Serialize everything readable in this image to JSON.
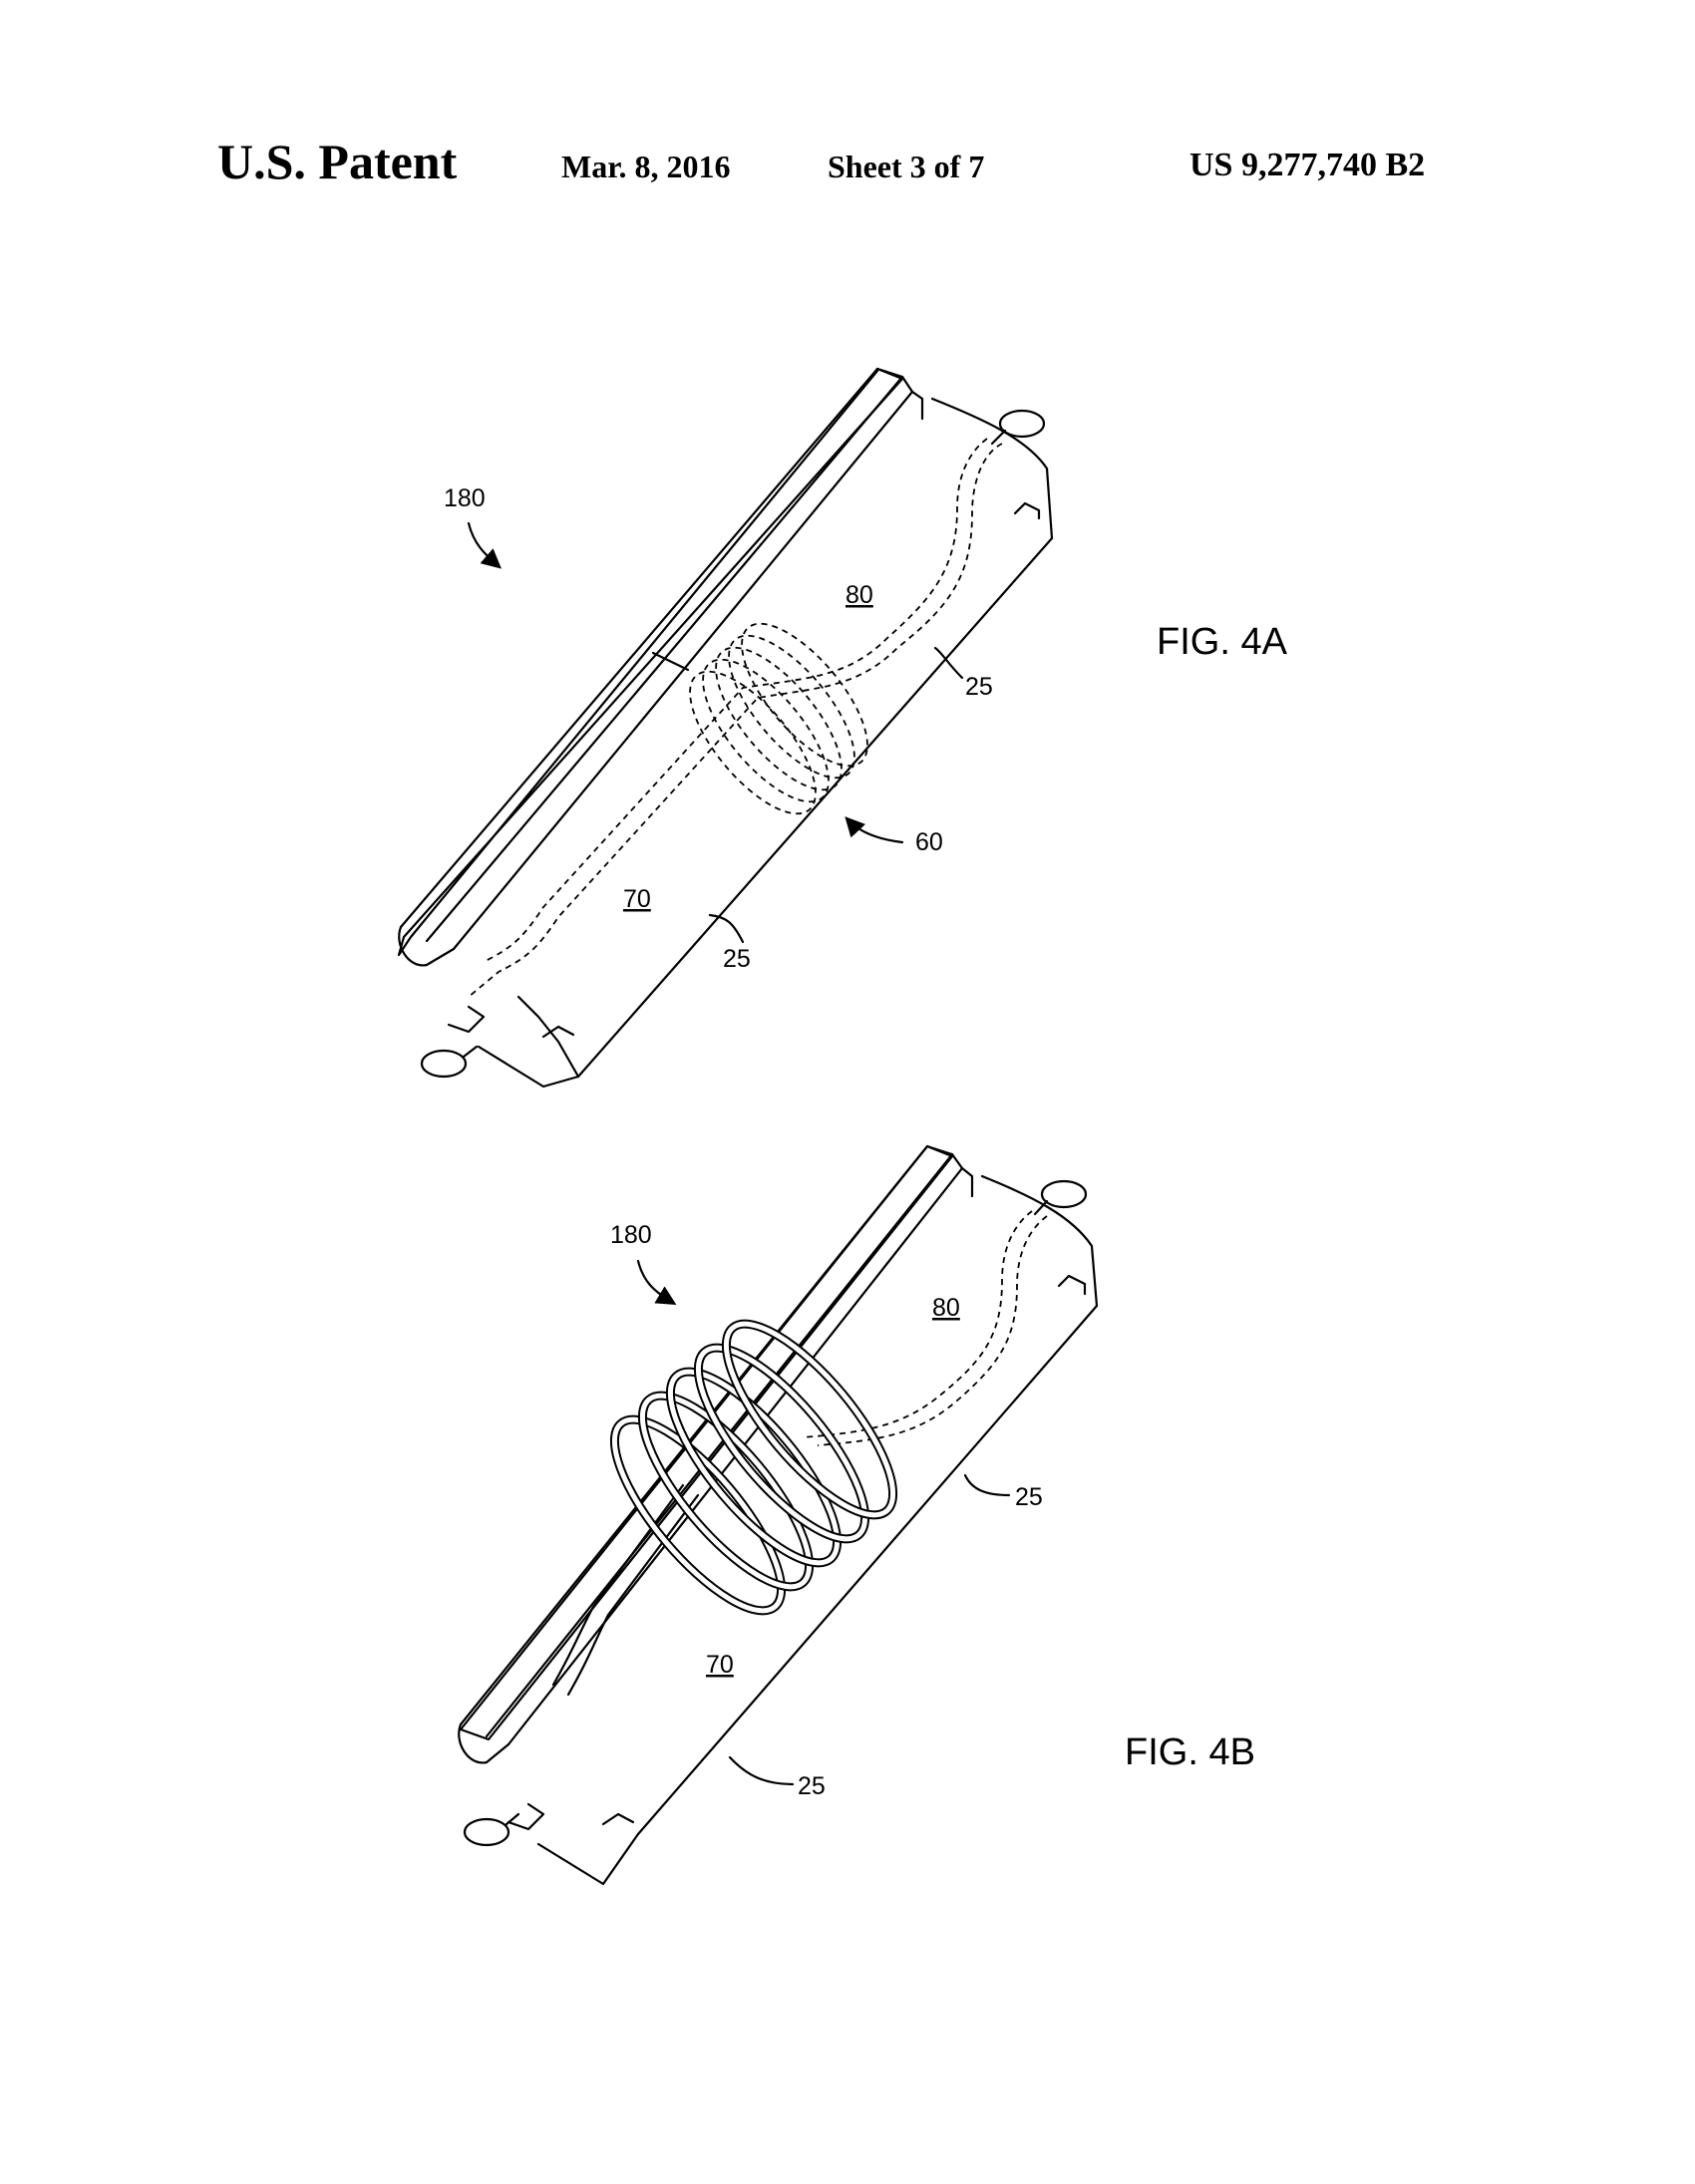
{
  "header": {
    "title": "U.S. Patent",
    "date": "Mar. 8, 2016",
    "sheet": "Sheet 3 of 7",
    "number": "US 9,277,740 B2"
  },
  "fig4a": {
    "caption": "FIG. 4A",
    "ref_assembly": "180",
    "ref_upper": "80",
    "ref_lower": "70",
    "ref_coil": "60",
    "ref_surface_upper": "25",
    "ref_surface_lower": "25"
  },
  "fig4b": {
    "caption": "FIG. 4B",
    "ref_assembly": "180",
    "ref_upper": "80",
    "ref_lower": "70",
    "ref_surface_upper": "25",
    "ref_surface_lower": "25"
  }
}
